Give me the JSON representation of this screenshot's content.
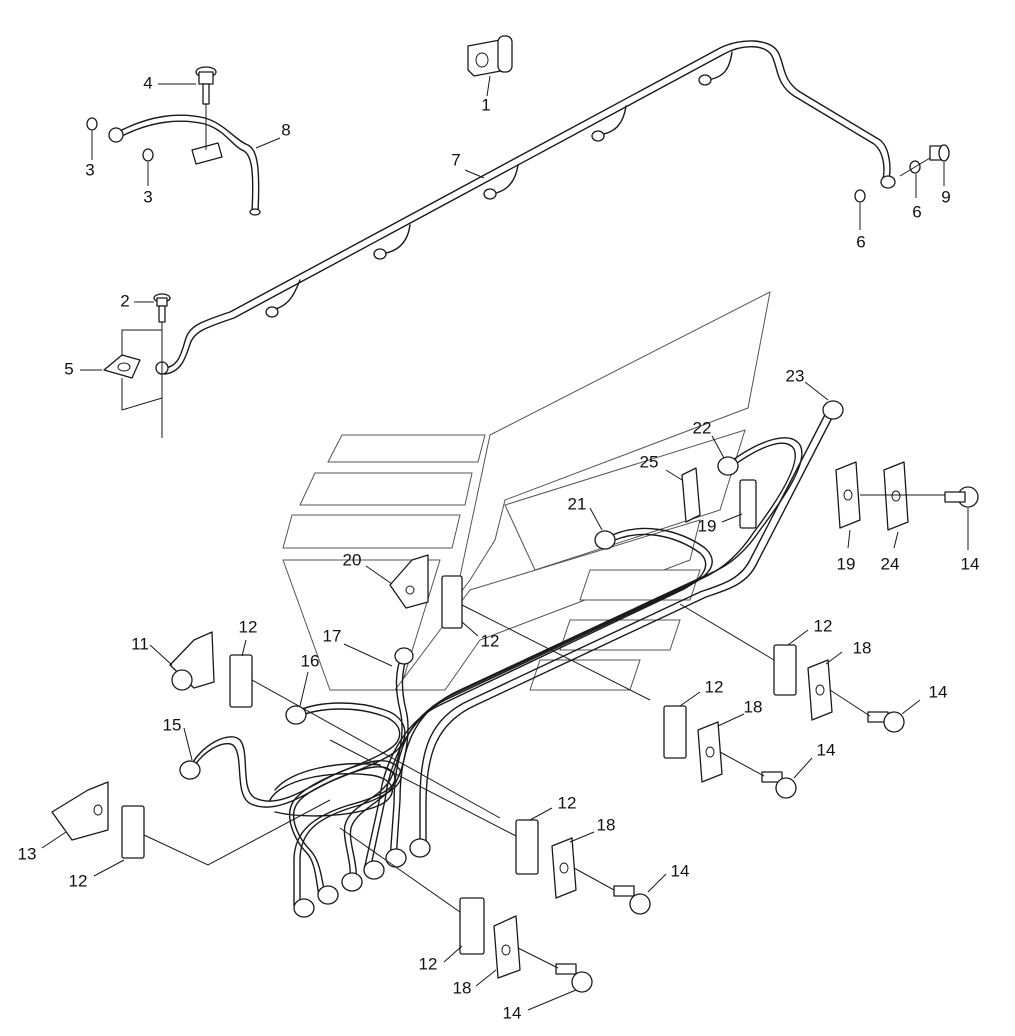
{
  "callouts": {
    "c1": "1",
    "c2": "2",
    "c3a": "3",
    "c3b": "3",
    "c4": "4",
    "c5": "5",
    "c6a": "6",
    "c6b": "6",
    "c7": "7",
    "c8": "8",
    "c9": "9",
    "c11": "11",
    "c12a": "12",
    "c12b": "12",
    "c12c": "12",
    "c12d": "12",
    "c12e": "12",
    "c12f": "12",
    "c12g": "12",
    "c13": "13",
    "c14a": "14",
    "c14b": "14",
    "c14c": "14",
    "c14d": "14",
    "c14e": "14",
    "c15": "15",
    "c16": "16",
    "c17": "17",
    "c18a": "18",
    "c18b": "18",
    "c18c": "18",
    "c18d": "18",
    "c19a": "19",
    "c19b": "19",
    "c20": "20",
    "c21": "21",
    "c22": "22",
    "c23": "23",
    "c24": "24",
    "c25": "25"
  }
}
